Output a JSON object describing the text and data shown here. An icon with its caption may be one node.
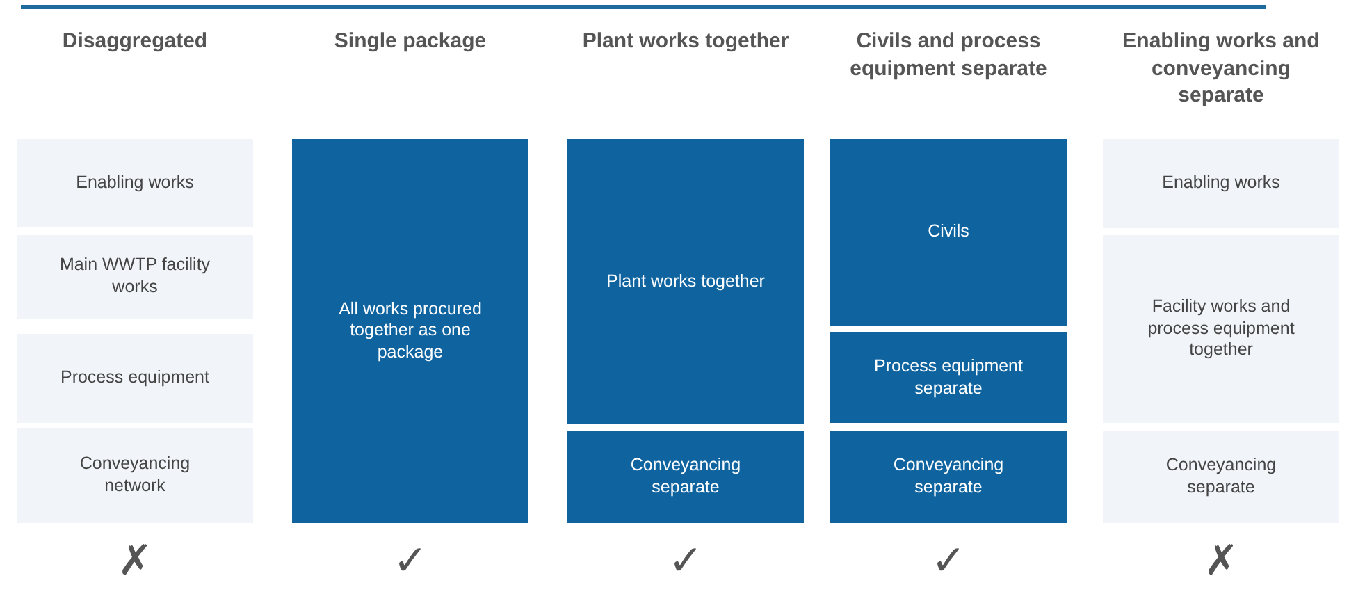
{
  "diagram": {
    "nodes": [
      {
        "text": [
          "Enabling works"
        ]
      },
      {
        "text": [
          "Main WWTP facility works"
        ]
      },
      {
        "text": [
          "Process equipment"
        ]
      },
      {
        "text": [
          "Conveyancing network"
        ]
      },
      {
        "text": [
          "All works procured together as one package"
        ]
      },
      {
        "text": [
          "Plant works together"
        ]
      },
      {
        "text": [
          "Conveyancing separate"
        ]
      },
      {
        "text": [
          "Civils"
        ]
      },
      {
        "text": [
          "Process equipment separate"
        ]
      },
      {
        "text": [
          "Conveyancing separate"
        ]
      },
      {
        "text": [
          "Enabling works"
        ]
      },
      {
        "text": [
          "Facility works and process equipment together"
        ]
      },
      {
        "text": [
          "Conveyancing separate"
        ]
      }
    ],
    "labels": [
      "Disaggregated",
      "Single package",
      "Plant works together",
      "Civils and process equipment separate",
      "Enabling works and conveyancing separate",
      "✗",
      "✓",
      "✓",
      "✓",
      "✗"
    ]
  }
}
